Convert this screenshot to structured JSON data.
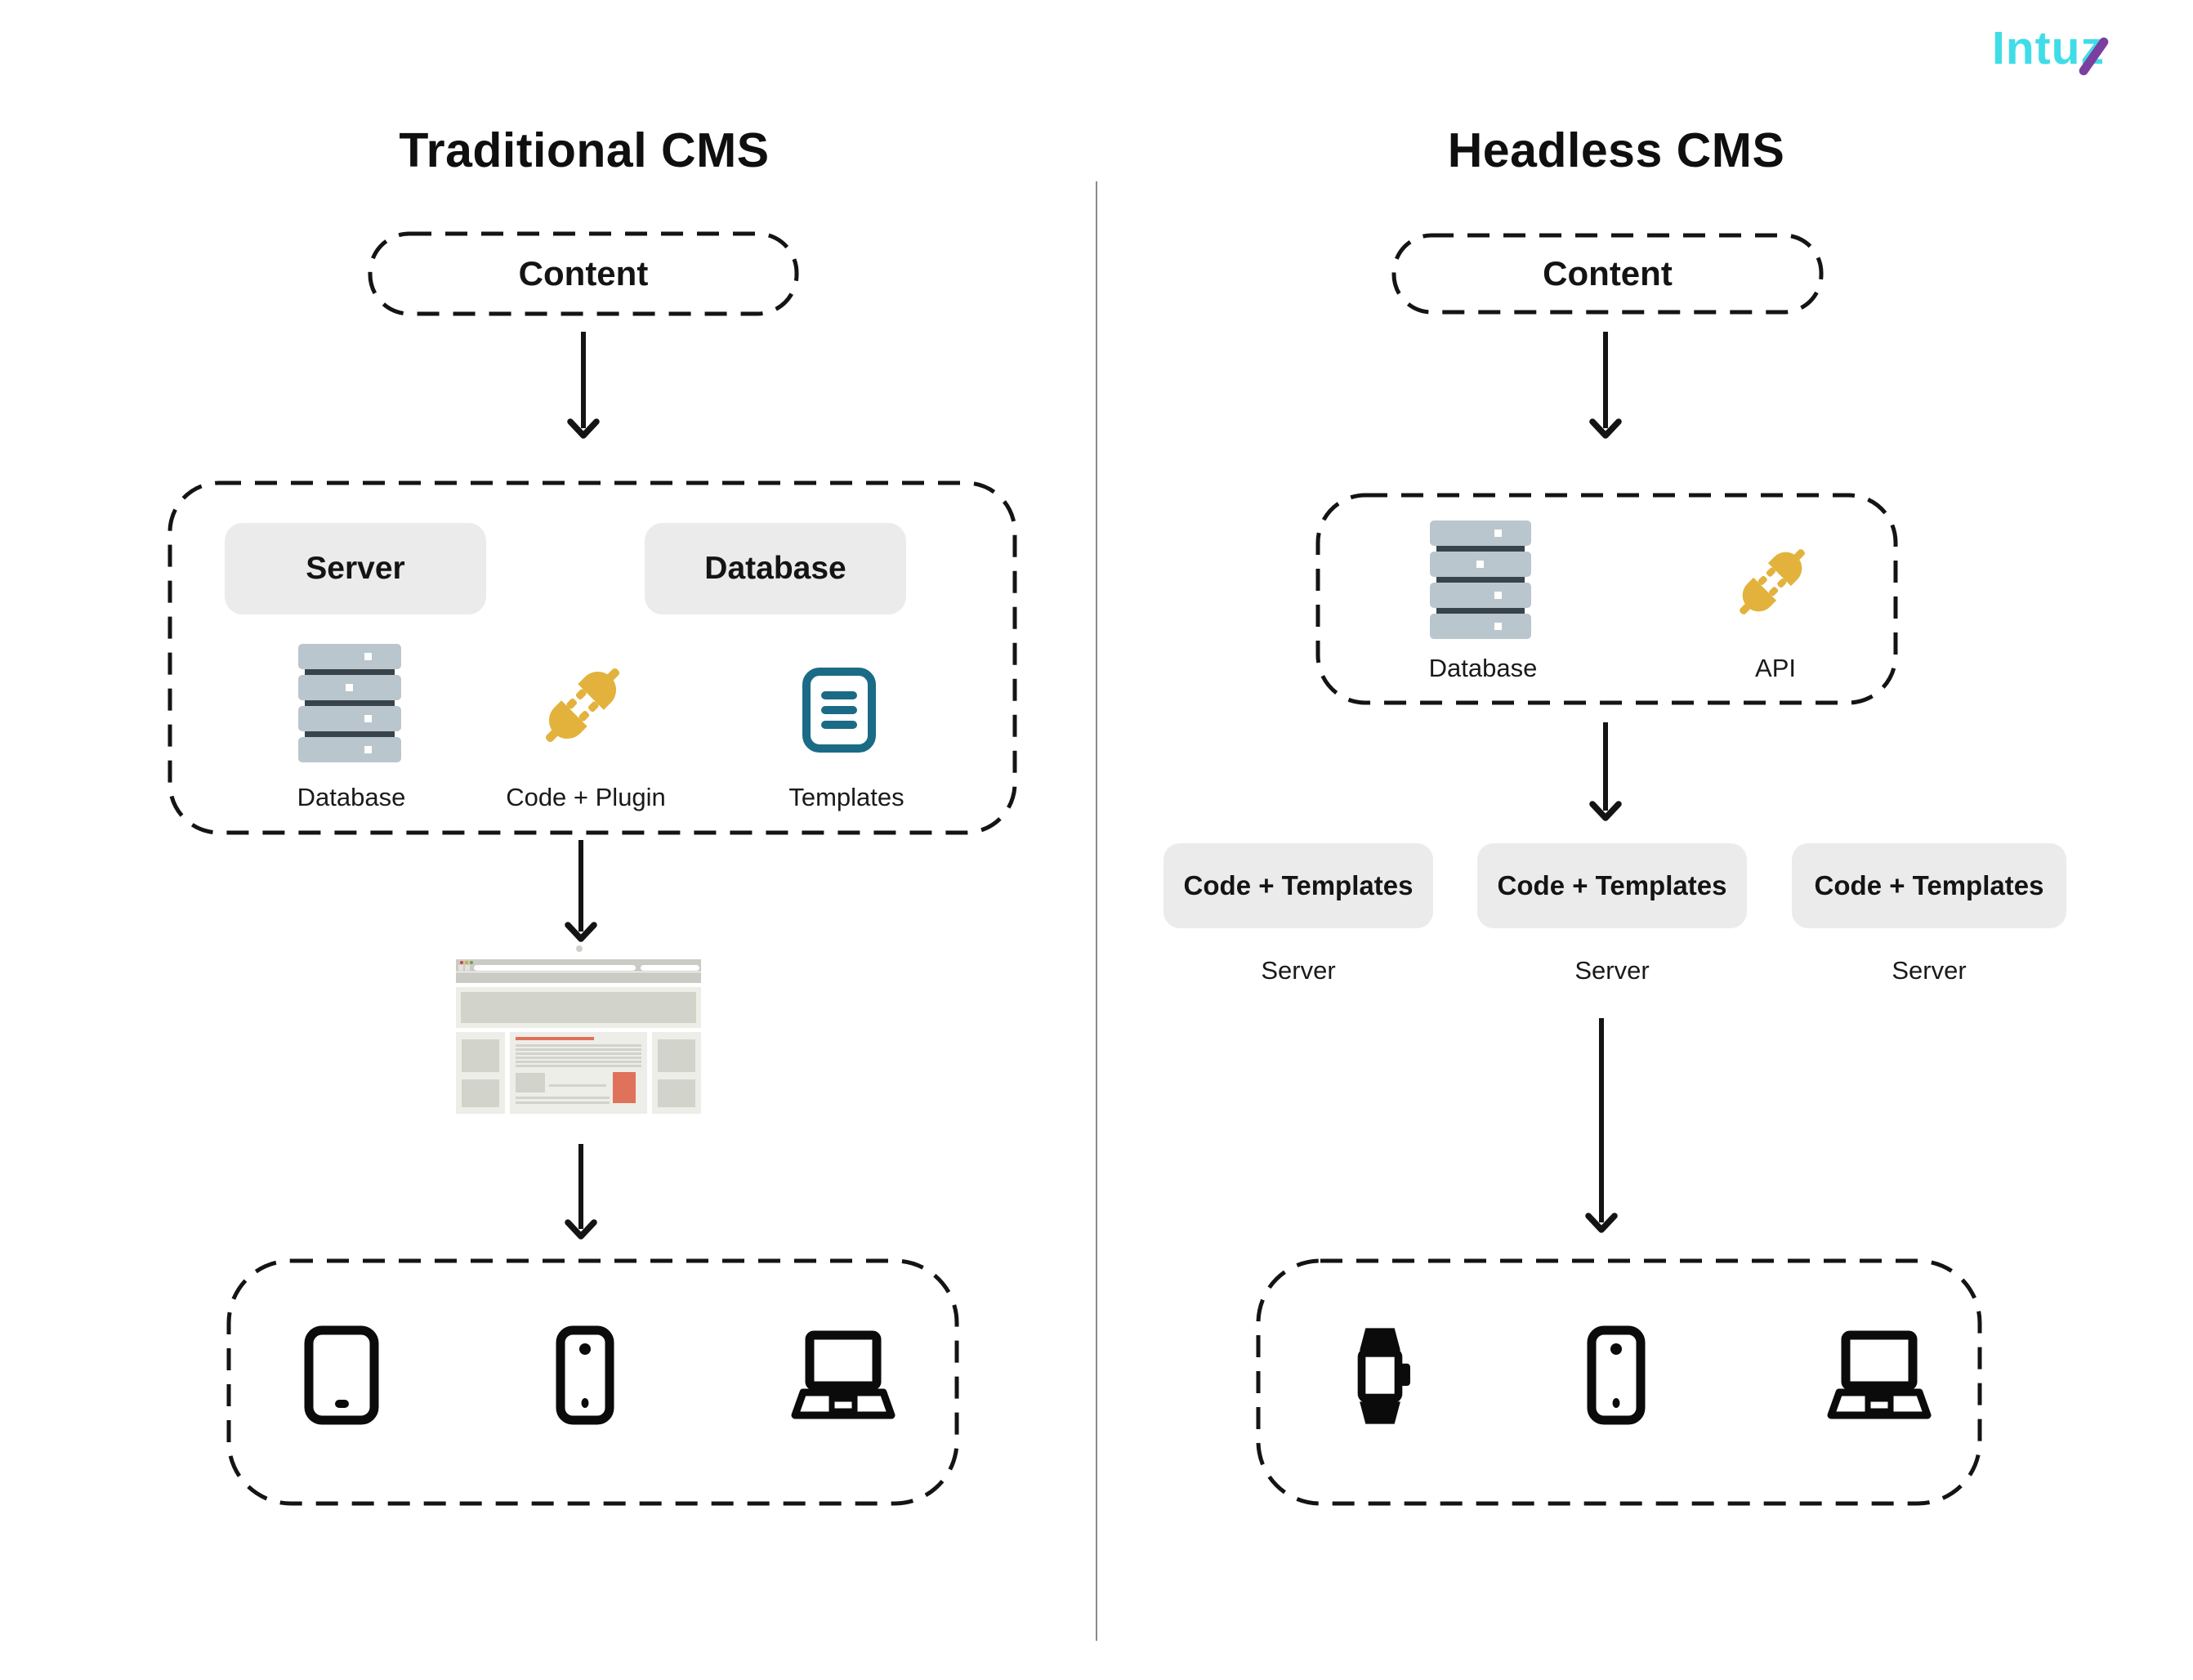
{
  "logo": {
    "text": "Intuz"
  },
  "left": {
    "title": "Traditional CMS",
    "content_label": "Content",
    "stack": {
      "server_pill": "Server",
      "database_pill": "Database",
      "items": [
        {
          "icon": "database-icon",
          "label": "Database"
        },
        {
          "icon": "plug-icon",
          "label": "Code + Plugin"
        },
        {
          "icon": "templates-icon",
          "label": "Templates"
        }
      ]
    },
    "website_icon": "website-preview",
    "devices": [
      "tablet-icon",
      "smartphone-icon",
      "laptop-icon"
    ]
  },
  "right": {
    "title": "Headless CMS",
    "content_label": "Content",
    "api_box": {
      "items": [
        {
          "icon": "database-icon",
          "label": "Database"
        },
        {
          "icon": "plug-icon",
          "label": "API"
        }
      ]
    },
    "servers": [
      {
        "pill": "Code + Templates",
        "label": "Server"
      },
      {
        "pill": "Code + Templates",
        "label": "Server"
      },
      {
        "pill": "Code + Templates",
        "label": "Server"
      }
    ],
    "devices": [
      "smartwatch-icon",
      "smartphone-icon",
      "laptop-icon"
    ]
  },
  "colors": {
    "ink": "#141414",
    "pill_gray": "#EBEBEB",
    "gold": "#E2B23D",
    "teal": "#1B6B86",
    "db_body": "#B9C6CD",
    "db_gap": "#39434B",
    "browser_chrome": "#CBCBC5",
    "browser_panel": "#EDEEE7",
    "browser_block": "#D2D3CB",
    "browser_accent": "#E0715A",
    "logo_cyan": "#3FDDE8",
    "logo_purple": "#7B3FA0",
    "divider_gray": "#8A8A8A"
  }
}
